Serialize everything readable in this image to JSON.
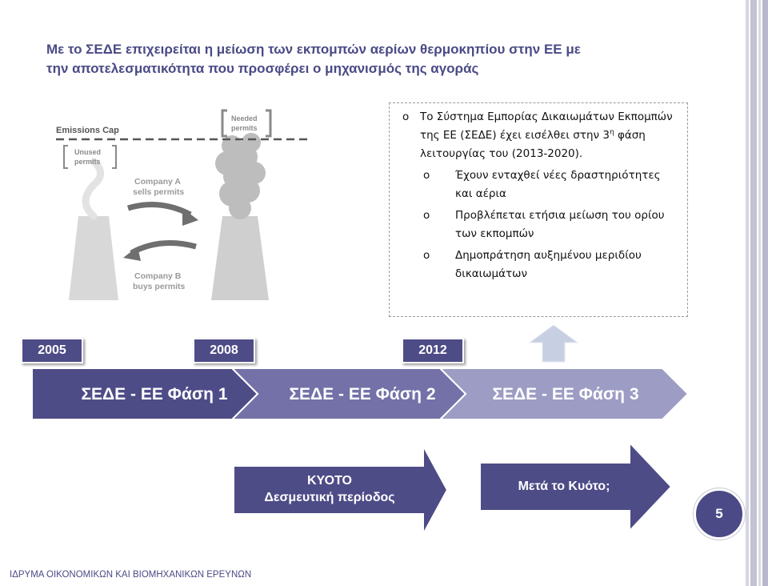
{
  "title": {
    "line1": "Με το ΣΕΔΕ επιχειρείται η μείωση των εκπομπών αερίων θερμοκηπίου στην ΕΕ με",
    "line2": "την αποτελεσματικότητα που προσφέρει ο μηχανισμός της αγοράς"
  },
  "figure": {
    "emissions_cap": "Emissions Cap",
    "unused_1": "Unused",
    "unused_2": "permits",
    "needed_1": "Needed",
    "needed_2": "permits",
    "company_a_1": "Company A",
    "company_a_2": "sells permits",
    "company_b_1": "Company B",
    "company_b_2": "buys permits"
  },
  "textbox": {
    "bullet": "o",
    "main_part1": "Το Σύστημα Εμπορίας Δικαιωμάτων Εκπομπών της ΕΕ  (ΣΕΔΕ) έχει εισέλθει στην 3",
    "main_sup": "η",
    "main_part2": " φάση λειτουργίας του (2013-2020).",
    "sub_items": [
      "Έχουν ενταχθεί νέες δραστηριότητες και αέρια",
      "Προβλέπεται ετήσια μείωση του ορίου των εκπομπών",
      "Δημοπράτηση αυξημένου μεριδίου δικαιωμάτων"
    ]
  },
  "timeline": {
    "years": [
      "2005",
      "2008",
      "2012"
    ],
    "phases": [
      "ΣΕΔΕ - ΕΕ Φάση 1",
      "ΣΕΔΕ - ΕΕ Φάση 2",
      "ΣΕΔΕ - ΕΕ Φάση 3"
    ]
  },
  "arrows": {
    "kyoto_1": "ΚΥΟΤΟ",
    "kyoto_2": "Δεσμευτική περίοδος",
    "post_kyoto": "Μετά το Κυότο;"
  },
  "page_number": "5",
  "footer": "ΙΔΡΥΜΑ ΟΙΚΟΝΟΜΙΚΩΝ ΚΑΙ ΒΙΟΜΗΧΑΝΙΚΩΝ ΕΡΕΥΝΩΝ",
  "colors": {
    "dark_purple": "#4e4c87",
    "mid_purple": "#7371a8",
    "light_purple": "#9d9cc4",
    "up_arrow": "#c7cfe2"
  }
}
